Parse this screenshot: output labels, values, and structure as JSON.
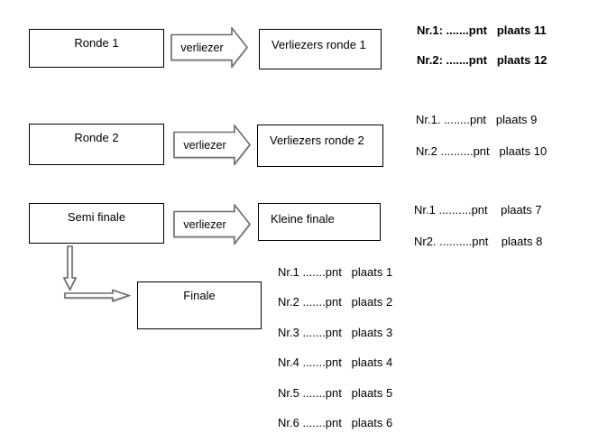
{
  "colors": {
    "background": "#ffffff",
    "box_border": "#000000",
    "arrow_outline": "#6b6b6b",
    "text": "#000000"
  },
  "flow": {
    "rows": [
      {
        "round": "Ronde 1",
        "arrow": "verliezer",
        "loser_box": "Verliezers ronde 1"
      },
      {
        "round": "Ronde 2",
        "arrow": "verliezer",
        "loser_box": "Verliezers ronde 2"
      },
      {
        "round": "Semi finale",
        "arrow": "verliezer",
        "loser_box": "Kleine finale"
      }
    ],
    "finale": "Finale"
  },
  "standings": {
    "ronde1": {
      "lines": [
        "Nr.1: .......pnt   plaats 11",
        "Nr.2: .......pnt   plaats 12"
      ]
    },
    "ronde2": {
      "lines": [
        "Nr.1. ........pnt   plaats 9",
        "Nr.2 ..........pnt   plaats 10"
      ]
    },
    "kleine_finale": {
      "lines": [
        "Nr.1 ..........pnt    plaats 7",
        "Nr2. ..........pnt    plaats 8"
      ]
    },
    "finale": {
      "lines": [
        "Nr.1 .......pnt   plaats 1",
        "Nr.2 .......pnt   plaats 2",
        "Nr.3 .......pnt   plaats 3",
        "Nr.4 .......pnt   plaats 4",
        "Nr.5 .......pnt   plaats 5",
        "Nr.6 .......pnt   plaats 6"
      ]
    }
  }
}
